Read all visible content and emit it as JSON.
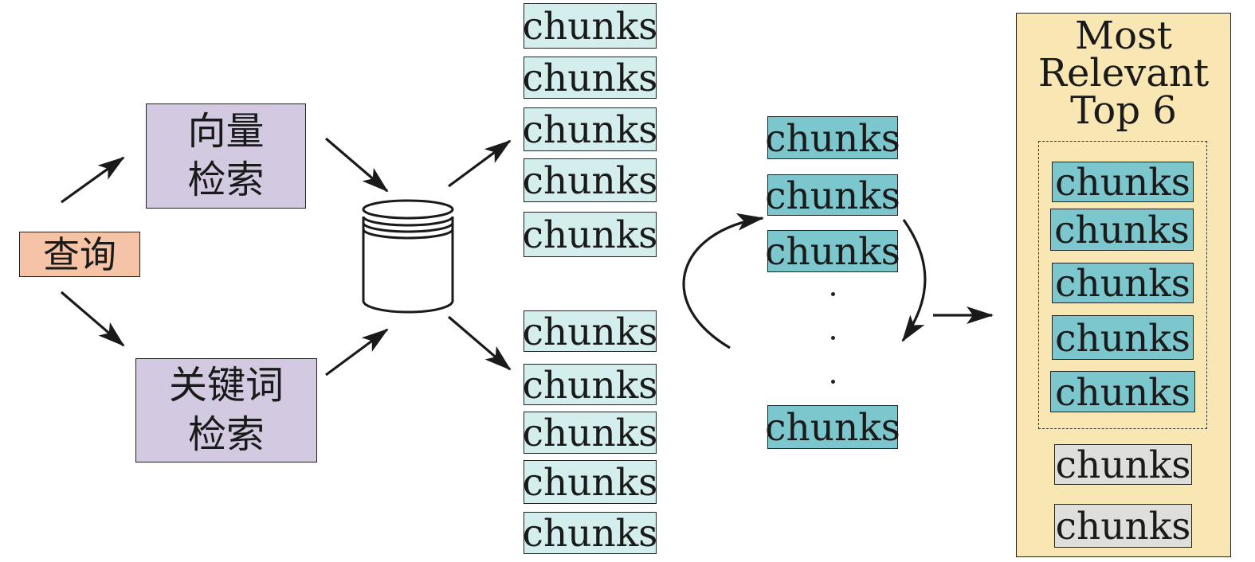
{
  "query_label": "查询",
  "methods": {
    "vector": [
      "向量",
      "检索"
    ],
    "keyword": [
      "关键词",
      "检索"
    ]
  },
  "chunk_label": "chunks",
  "panel_title": [
    "Most",
    "Relevant",
    "Top 6"
  ],
  "icons": {
    "store": "database-icon",
    "rerank": "curved-arrow-icon",
    "ellipsis": "vertical-ellipsis-icon"
  },
  "colors": {
    "query_fill": "#f5c4a6",
    "method_fill": "#d3cae1",
    "chunk_light": "#d4eeee",
    "chunk_teal": "#7cc6ce",
    "chunk_grey": "#dededc",
    "panel_fill": "#f8e7b3"
  }
}
